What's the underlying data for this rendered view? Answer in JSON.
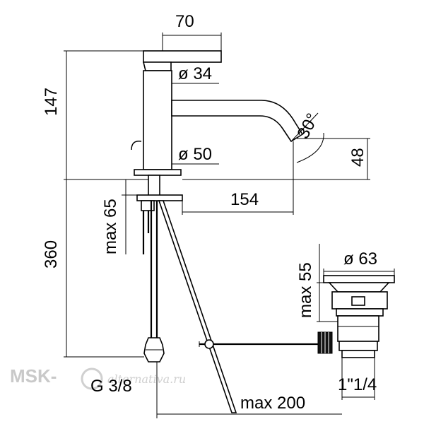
{
  "dimensions": {
    "top_width": "70",
    "handle_diameter": "ø 34",
    "body_height": "147",
    "spout_angle": "30°",
    "body_diameter": "ø 50",
    "outlet_height": "48",
    "deck_thickness_max": "max 65",
    "spout_reach": "154",
    "hose_length": "360",
    "waste_diameter": "ø 63",
    "waste_height_max": "max 55",
    "inlet_thread": "G 3/8",
    "waste_thread": "1\"1/4",
    "rod_length_max": "max 200"
  },
  "watermark": {
    "brand": "MSK-",
    "script": "alternativa.ru"
  }
}
